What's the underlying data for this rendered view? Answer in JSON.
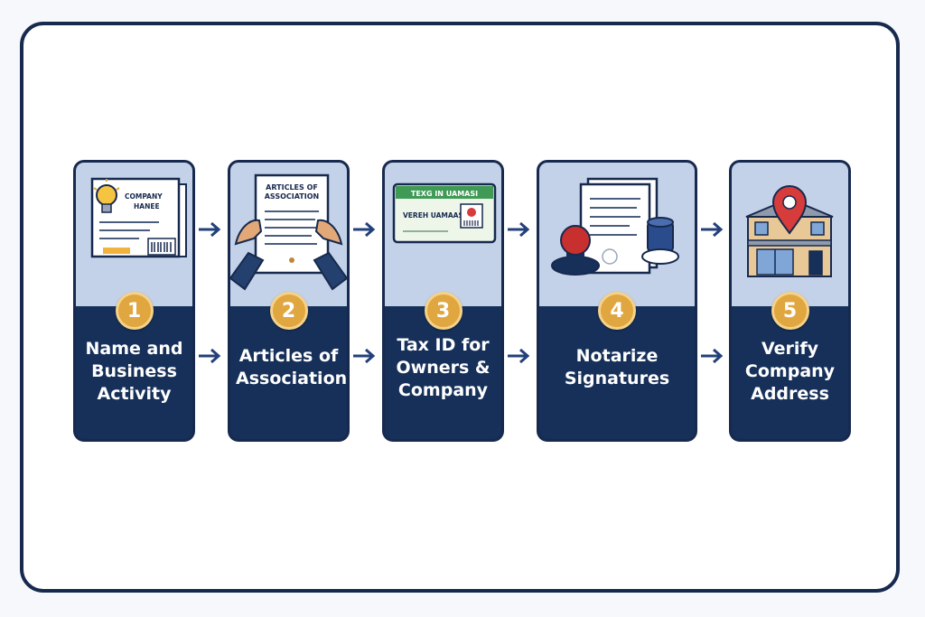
{
  "steps": [
    {
      "number": "1",
      "label_lines": [
        "Name and",
        "Business",
        "Activity"
      ],
      "illustration_text": [
        "COMPANY",
        "HANEE"
      ],
      "icon": "company-name-document-icon"
    },
    {
      "number": "2",
      "label_lines": [
        "Articles of",
        "Association"
      ],
      "illustration_text": [
        "ARTICLES OF",
        "ASSOCIATION"
      ],
      "icon": "articles-document-icon"
    },
    {
      "number": "3",
      "label_lines": [
        "Tax ID for",
        "Owners &",
        "Company"
      ],
      "illustration_text": [
        "TEXG IN UAMASI",
        "VEREH UAMAASI"
      ],
      "icon": "tax-id-card-icon"
    },
    {
      "number": "4",
      "label_lines": [
        "Notarize",
        "Signatures"
      ],
      "icon": "notary-stamp-icon"
    },
    {
      "number": "5",
      "label_lines": [
        "Verify",
        "Company",
        "Address"
      ],
      "icon": "location-building-icon"
    }
  ],
  "colors": {
    "navy": "#16305a",
    "light_panel": "#c3d2e9",
    "badge_gold": "#e0a640",
    "frame": "#17294d",
    "pin_red": "#d63c3c"
  }
}
